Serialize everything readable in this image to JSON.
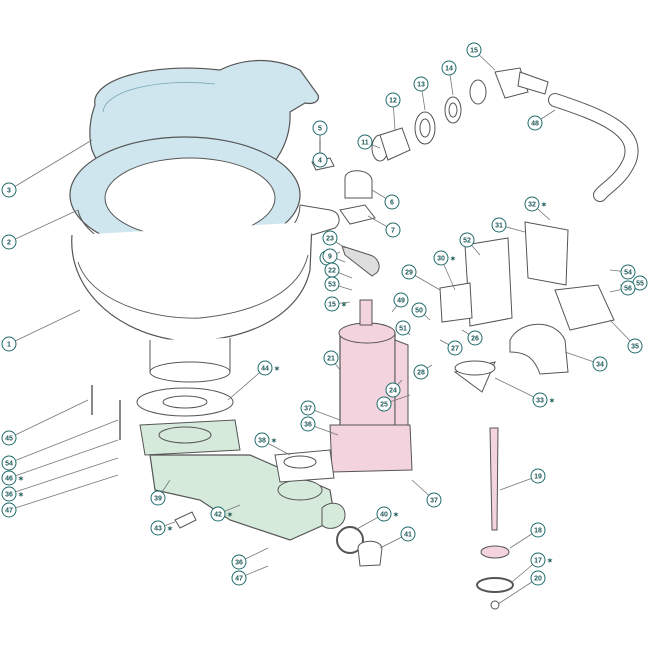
{
  "diagram": {
    "colors": {
      "seat_cover_fill": "#cfe6ee",
      "pump_fill": "#f3d3dd",
      "base_fill": "#d6eadb",
      "line": "#555555",
      "callout_ring": "#1f6a6a",
      "marker": "#c0392b"
    },
    "callouts": [
      {
        "id": "c1",
        "label": "1",
        "marked": false
      },
      {
        "id": "c2",
        "label": "2",
        "marked": false
      },
      {
        "id": "c3",
        "label": "3",
        "marked": false
      },
      {
        "id": "c4",
        "label": "4",
        "marked": false
      },
      {
        "id": "c5",
        "label": "5",
        "marked": false
      },
      {
        "id": "c6",
        "label": "6",
        "marked": false
      },
      {
        "id": "c7",
        "label": "7",
        "marked": false
      },
      {
        "id": "c8",
        "label": "8",
        "marked": false
      },
      {
        "id": "c11",
        "label": "11",
        "marked": false
      },
      {
        "id": "c12",
        "label": "12",
        "marked": false
      },
      {
        "id": "c13",
        "label": "13",
        "marked": false
      },
      {
        "id": "c14",
        "label": "14",
        "marked": false
      },
      {
        "id": "c15",
        "label": "15",
        "marked": false
      },
      {
        "id": "c48",
        "label": "48",
        "marked": false
      },
      {
        "id": "c32",
        "label": "32",
        "marked": true
      },
      {
        "id": "c31",
        "label": "31",
        "marked": false
      },
      {
        "id": "c52",
        "label": "52",
        "marked": false
      },
      {
        "id": "c30",
        "label": "30",
        "marked": true
      },
      {
        "id": "c29",
        "label": "29",
        "marked": false
      },
      {
        "id": "c23",
        "label": "23",
        "marked": false
      },
      {
        "id": "c9",
        "label": "9",
        "marked": false
      },
      {
        "id": "c22",
        "label": "22",
        "marked": false
      },
      {
        "id": "c53",
        "label": "53",
        "marked": false
      },
      {
        "id": "c15b",
        "label": "15",
        "marked": true
      },
      {
        "id": "c49",
        "label": "49",
        "marked": false
      },
      {
        "id": "c50",
        "label": "50",
        "marked": false
      },
      {
        "id": "c51",
        "label": "51",
        "marked": false
      },
      {
        "id": "c28",
        "label": "28",
        "marked": false
      },
      {
        "id": "c27",
        "label": "27",
        "marked": false
      },
      {
        "id": "c26",
        "label": "26",
        "marked": false
      },
      {
        "id": "c25",
        "label": "25",
        "marked": false
      },
      {
        "id": "c24",
        "label": "24",
        "marked": false
      },
      {
        "id": "c21",
        "label": "21",
        "marked": false
      },
      {
        "id": "c33",
        "label": "33",
        "marked": true
      },
      {
        "id": "c34",
        "label": "34",
        "marked": false
      },
      {
        "id": "c35",
        "label": "35",
        "marked": false
      },
      {
        "id": "c54",
        "label": "54",
        "marked": false
      },
      {
        "id": "c55",
        "label": "55",
        "marked": false
      },
      {
        "id": "c56",
        "label": "56",
        "marked": false
      },
      {
        "id": "c37",
        "label": "37",
        "marked": false
      },
      {
        "id": "c36",
        "label": "36",
        "marked": false
      },
      {
        "id": "c37b",
        "label": "37",
        "marked": false
      },
      {
        "id": "c38",
        "label": "38",
        "marked": true
      },
      {
        "id": "c44",
        "label": "44",
        "marked": true
      },
      {
        "id": "c45",
        "label": "45",
        "marked": false
      },
      {
        "id": "c54b",
        "label": "54",
        "marked": false
      },
      {
        "id": "c46",
        "label": "46",
        "marked": true
      },
      {
        "id": "c36b",
        "label": "36",
        "marked": true
      },
      {
        "id": "c47",
        "label": "47",
        "marked": false
      },
      {
        "id": "c39",
        "label": "39",
        "marked": false
      },
      {
        "id": "c43",
        "label": "43",
        "marked": true
      },
      {
        "id": "c42",
        "label": "42",
        "marked": true
      },
      {
        "id": "c40",
        "label": "40",
        "marked": true
      },
      {
        "id": "c41",
        "label": "41",
        "marked": false
      },
      {
        "id": "c36c",
        "label": "36",
        "marked": false
      },
      {
        "id": "c47b",
        "label": "47",
        "marked": false
      },
      {
        "id": "c19",
        "label": "19",
        "marked": false
      },
      {
        "id": "c18",
        "label": "18",
        "marked": false
      },
      {
        "id": "c17",
        "label": "17",
        "marked": true
      },
      {
        "id": "c20",
        "label": "20",
        "marked": false
      }
    ]
  }
}
